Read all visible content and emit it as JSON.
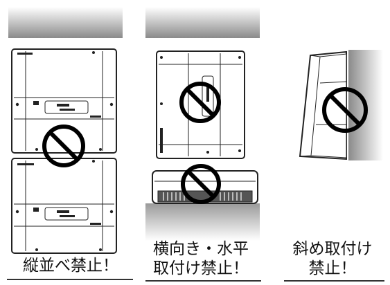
{
  "panels": [
    {
      "id": "vertical-stack",
      "caption_lines": [
        "縦並べ禁止！"
      ]
    },
    {
      "id": "horizontal-floor",
      "caption_lines": [
        "横向き・水平",
        "取付け禁止！"
      ]
    },
    {
      "id": "tilted",
      "caption_lines": [
        "斜め取付け",
        "禁止！"
      ]
    }
  ],
  "colors": {
    "prohibit_symbol": "#000000",
    "line": "#222222",
    "wall_gradient_light": "#ffffff",
    "wall_gradient_dark": "#8a8a8a"
  },
  "icons": [
    "prohibition-sign-icon",
    "inverter-unit-icon"
  ]
}
